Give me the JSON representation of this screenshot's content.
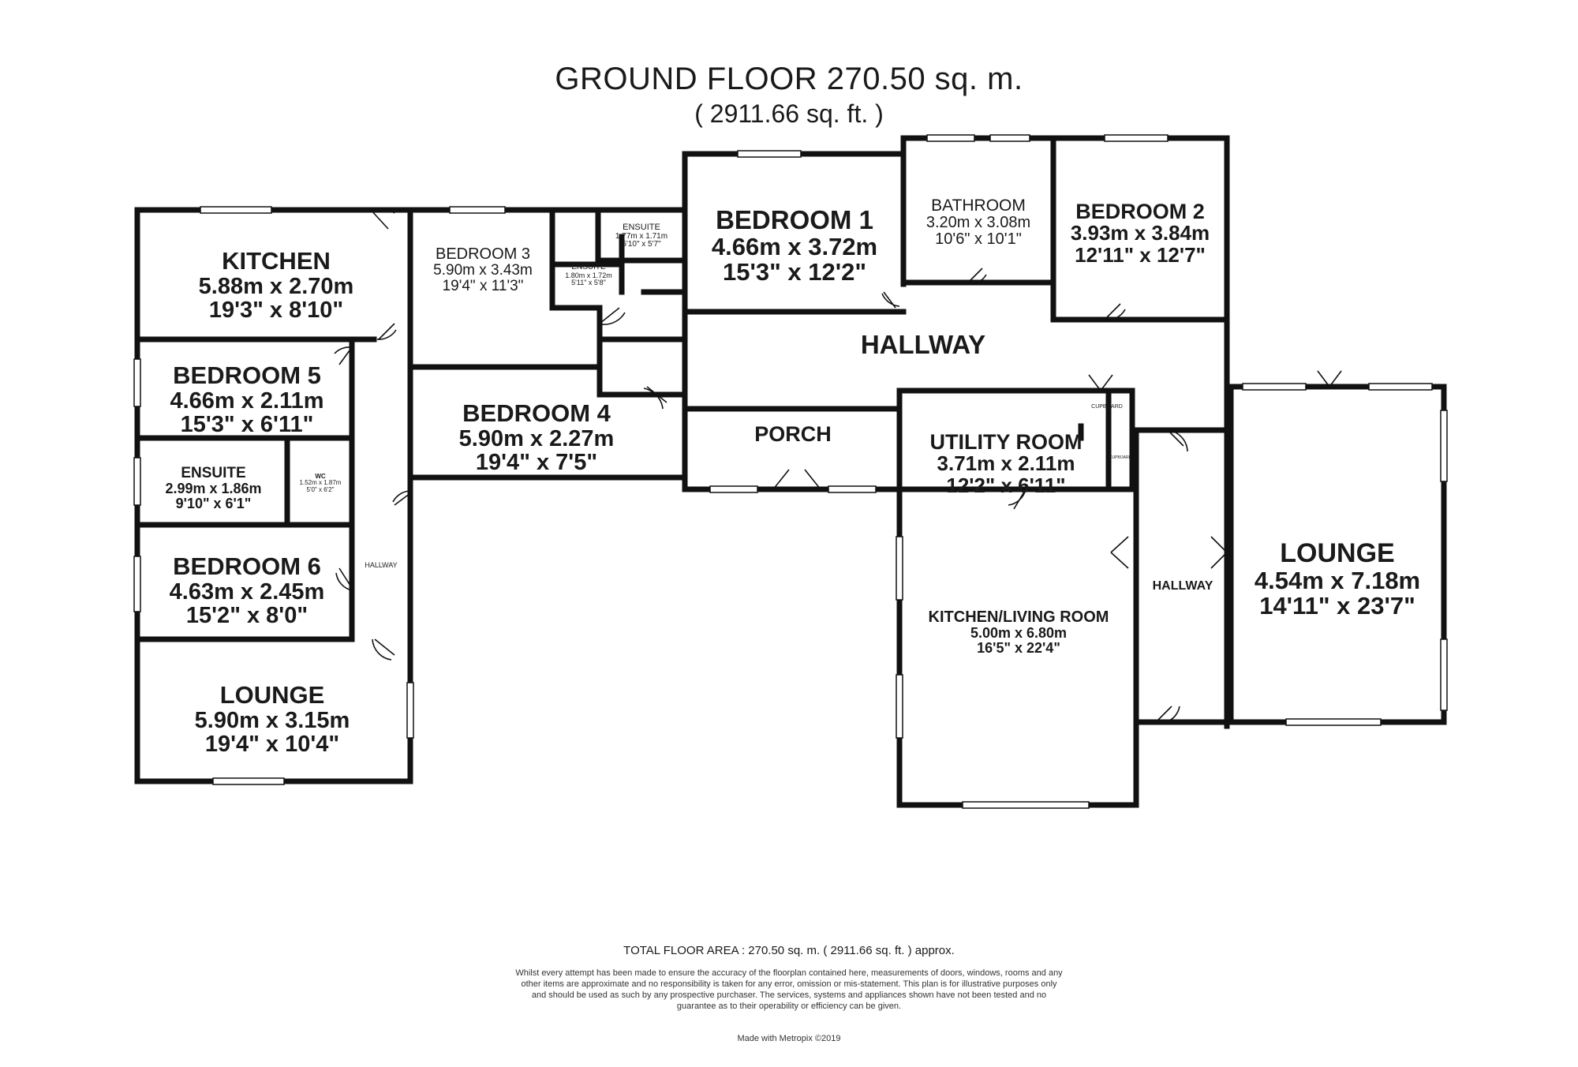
{
  "header": {
    "title": "GROUND FLOOR 270.50 sq. m.",
    "subtitle": "( 2911.66 sq. ft. )"
  },
  "rooms": {
    "kitchen": {
      "name": "KITCHEN",
      "metric": "5.88m x 2.70m",
      "imperial": "19'3\" x 8'10\""
    },
    "bedroom5": {
      "name": "BEDROOM 5",
      "metric": "4.66m x 2.11m",
      "imperial": "15'3\" x 6'11\""
    },
    "ensuite_left": {
      "name": "ENSUITE",
      "metric": "2.99m x 1.86m",
      "imperial": "9'10\" x 6'1\""
    },
    "wc": {
      "name": "WC",
      "metric": "1.52m x 1.87m",
      "imperial": "5'0\" x 6'2\""
    },
    "bedroom6": {
      "name": "BEDROOM 6",
      "metric": "4.63m x 2.45m",
      "imperial": "15'2\" x 8'0\""
    },
    "lounge_left": {
      "name": "LOUNGE",
      "metric": "5.90m x 3.15m",
      "imperial": "19'4\" x 10'4\""
    },
    "hallway_small": {
      "name": "HALLWAY"
    },
    "bedroom3": {
      "name": "BEDROOM 3",
      "metric": "5.90m x 3.43m",
      "imperial": "19'4\" x 11'3\""
    },
    "ensuite_small1": {
      "name": "ENSUITE",
      "metric": "1.80m x 1.72m",
      "imperial": "5'11\" x 5'8\""
    },
    "ensuite_small2": {
      "name": "ENSUITE",
      "metric": "1.77m x 1.71m",
      "imperial": "5'10\" x 5'7\""
    },
    "bedroom4": {
      "name": "BEDROOM 4",
      "metric": "5.90m x 2.27m",
      "imperial": "19'4\" x 7'5\""
    },
    "bedroom1": {
      "name": "BEDROOM 1",
      "metric": "4.66m x 3.72m",
      "imperial": "15'3\" x 12'2\""
    },
    "bathroom": {
      "name": "BATHROOM",
      "metric": "3.20m x 3.08m",
      "imperial": "10'6\" x 10'1\""
    },
    "bedroom2": {
      "name": "BEDROOM 2",
      "metric": "3.93m x 3.84m",
      "imperial": "12'11\" x 12'7\""
    },
    "hallway_main": {
      "name": "HALLWAY"
    },
    "porch": {
      "name": "PORCH"
    },
    "utility": {
      "name": "UTILITY ROOM",
      "metric": "3.71m x 2.11m",
      "imperial": "12'2\" x 6'11\""
    },
    "cupboard1": {
      "name": "CUPBOARD"
    },
    "cupboard2": {
      "name": "CUPBOARD"
    },
    "kitchen_living": {
      "name": "KITCHEN/LIVING ROOM",
      "metric": "5.00m x 6.80m",
      "imperial": "16'5\" x 22'4\""
    },
    "hallway_right": {
      "name": "HALLWAY"
    },
    "lounge_right": {
      "name": "LOUNGE",
      "metric": "4.54m x 7.18m",
      "imperial": "14'11\" x 23'7\""
    }
  },
  "footer": {
    "total": "TOTAL FLOOR AREA : 270.50 sq. m. ( 2911.66 sq. ft. ) approx.",
    "disclaimer": "Whilst every attempt has been made to ensure the accuracy of the floorplan contained here, measurements of doors, windows, rooms and any other items are approximate and no responsibility is taken for any error, omission or mis-statement. This plan is for illustrative purposes only and should be used as such by any prospective purchaser. The services, systems and appliances shown have not been tested and no guarantee as to their operability or efficiency can be given.",
    "made_with": "Made with Metropix ©2019"
  }
}
